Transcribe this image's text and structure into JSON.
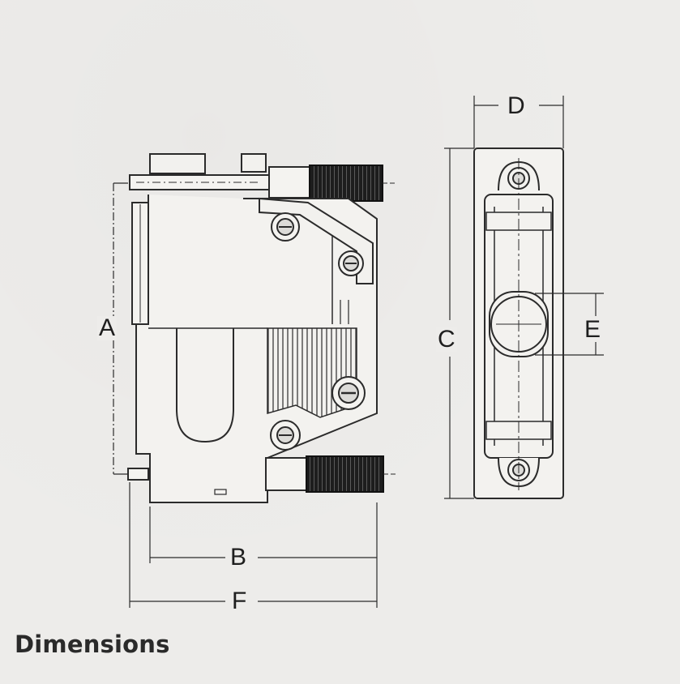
{
  "figure": {
    "caption": "Dimensions",
    "labels": {
      "a": "A",
      "b": "B",
      "c": "C",
      "d": "D",
      "e": "E",
      "f": "F"
    }
  },
  "colors": {
    "ink": "#2a2a2a",
    "paper": "#edecea",
    "knurl": "#1a1a1a"
  }
}
